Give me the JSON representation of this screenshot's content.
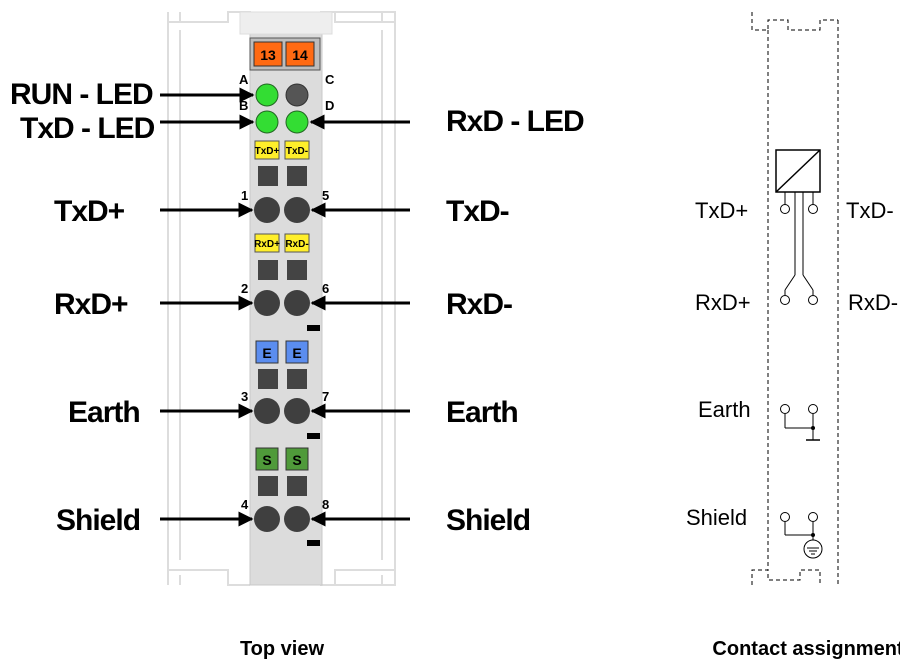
{
  "captions": {
    "top_view": "Top view",
    "contact_assignment": "Contact assignment"
  },
  "terminal": {
    "numbers": [
      "13",
      "14"
    ],
    "led_letters": [
      "A",
      "B",
      "C",
      "D"
    ],
    "contact_numbers": [
      "1",
      "2",
      "3",
      "4",
      "5",
      "6",
      "7",
      "8"
    ],
    "tags": {
      "txd_left": "TxD+",
      "txd_right": "TxD-",
      "rxd_left": "RxD+",
      "rxd_right": "RxD-",
      "earth": "E",
      "shield": "S"
    }
  },
  "left_labels": {
    "run_led": "RUN - LED",
    "txd_led": "TxD - LED",
    "txd_plus": "TxD+",
    "rxd_plus": "RxD+",
    "earth": "Earth",
    "shield": "Shield"
  },
  "right_labels": {
    "rxd_led": "RxD - LED",
    "txd_minus": "TxD-",
    "rxd_minus": "RxD-",
    "earth": "Earth",
    "shield": "Shield"
  },
  "contact_labels": {
    "txd_plus": "TxD+",
    "txd_minus": "TxD-",
    "rxd_plus": "RxD+",
    "rxd_minus": "RxD-",
    "earth": "Earth",
    "shield": "Shield"
  },
  "colors": {
    "terminal_body": "#d9d9d9",
    "led_green": "#33dd33",
    "led_off": "#555555",
    "tag_orange": "#ff6a13",
    "tag_yellow": "#ffef2a",
    "tag_blue": "#5b8def",
    "tag_green": "#4f9a3a",
    "contact": "#3f3f3f"
  }
}
